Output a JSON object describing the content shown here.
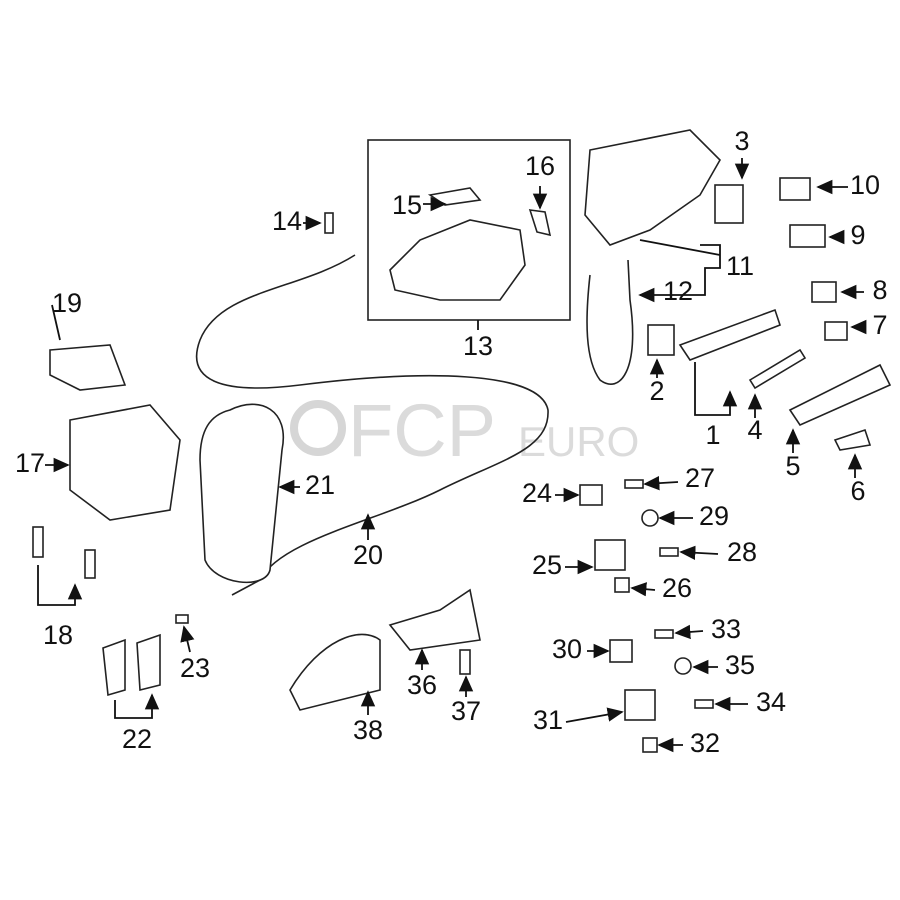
{
  "diagram": {
    "labels": [
      "1",
      "2",
      "3",
      "4",
      "5",
      "6",
      "7",
      "8",
      "9",
      "10",
      "11",
      "12",
      "13",
      "14",
      "15",
      "16",
      "17",
      "18",
      "19",
      "20",
      "21",
      "22",
      "23",
      "24",
      "25",
      "26",
      "27",
      "28",
      "29",
      "30",
      "31",
      "32",
      "33",
      "34",
      "35",
      "36",
      "37",
      "38"
    ],
    "watermark": {
      "main": "FCP",
      "sub": "EURO"
    }
  }
}
